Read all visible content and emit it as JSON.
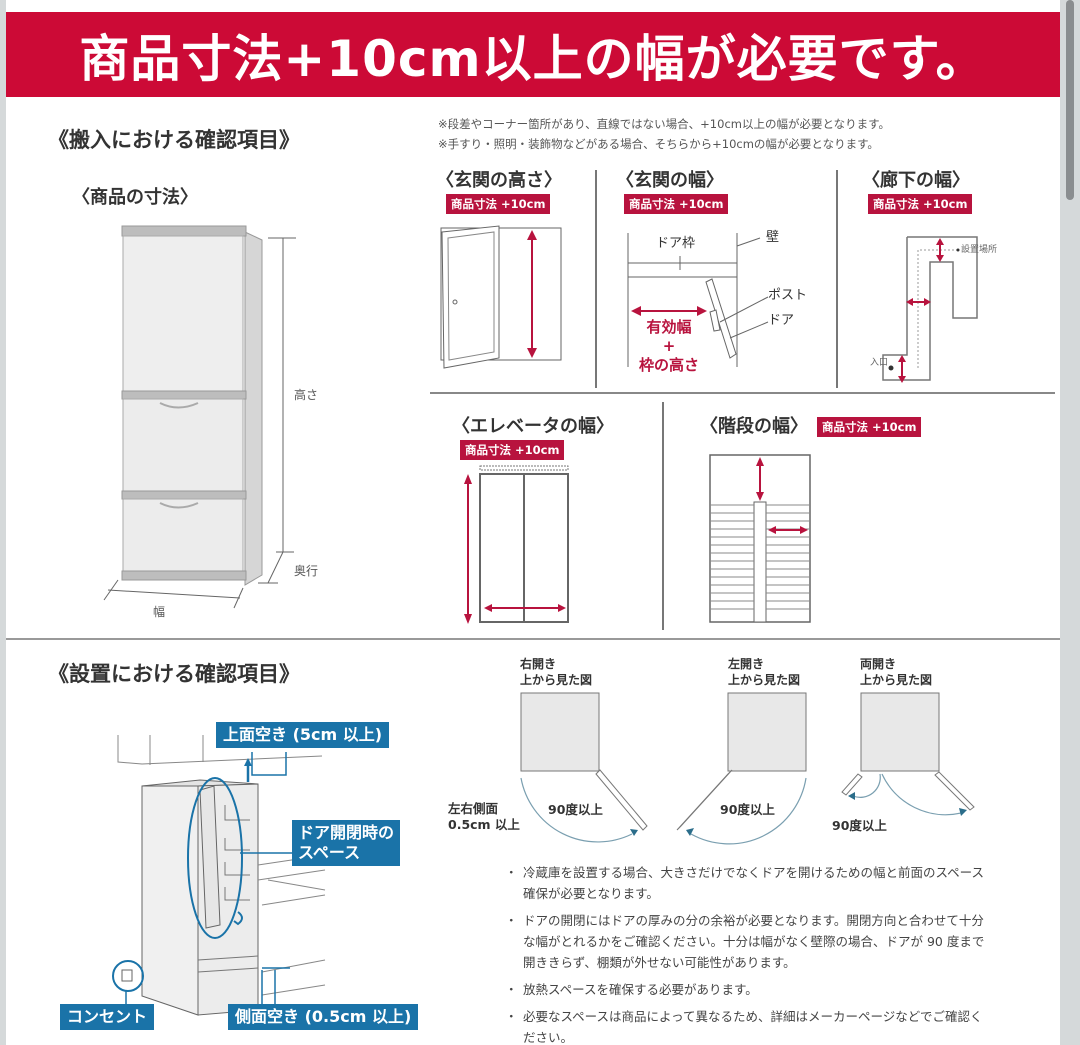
{
  "banner": {
    "title": "商品寸法+10cm以上の幅が必要です。",
    "color": "#cc0a36"
  },
  "delivery_section": {
    "title": "《搬入における確認項目》",
    "notes": [
      "※段差やコーナー箇所があり、直線ではない場合、+10cm以上の幅が必要となります。",
      "※手すり・照明・装飾物などがある場合、そちらから+10cmの幅が必要となります。"
    ],
    "product_dims": {
      "title": "〈商品の寸法〉",
      "height_label": "高さ",
      "depth_label": "奥行",
      "width_label": "幅"
    },
    "checks": [
      {
        "title": "〈玄関の高さ〉",
        "badge": "商品寸法 +10cm"
      },
      {
        "title": "〈玄関の幅〉",
        "badge": "商品寸法 +10cm",
        "labels": {
          "door_frame": "ドア枠",
          "wall": "壁",
          "post": "ポスト",
          "door": "ドア",
          "effective_width": "有効幅",
          "plus": "+",
          "frame_height": "枠の高さ"
        }
      },
      {
        "title": "〈廊下の幅〉",
        "badge": "商品寸法 +10cm",
        "labels": {
          "install_place": "設置場所",
          "entrance": "入口"
        }
      },
      {
        "title": "〈エレベータの幅〉",
        "badge": "商品寸法 +10cm"
      },
      {
        "title": "〈階段の幅〉",
        "badge": "商品寸法 +10cm"
      }
    ],
    "badge_color": "#b8133e"
  },
  "install_section": {
    "title": "《設置における確認項目》",
    "tags": {
      "top_space": "上面空き (5cm 以上)",
      "door_space_line1": "ドア開閉時の",
      "door_space_line2": "スペース",
      "outlet": "コンセント",
      "side_space": "側面空き (0.5cm 以上)"
    },
    "tag_color": "#1a73a8",
    "top_views": [
      {
        "line1": "右開き",
        "line2": "上から見た図",
        "angle": "90度以上"
      },
      {
        "line1": "左開き",
        "line2": "上から見た図",
        "angle": "90度以上"
      },
      {
        "line1": "両開き",
        "line2": "上から見た図",
        "angle": "90度以上"
      }
    ],
    "side_clearance": {
      "line1": "左右側面",
      "line2": "0.5cm 以上"
    },
    "bullets": [
      "冷蔵庫を設置する場合、大きさだけでなくドアを開けるための幅と前面のスペース確保が必要となります。",
      "ドアの開閉にはドアの厚みの分の余裕が必要となります。開閉方向と合わせて十分な幅がとれるかをご確認ください。十分は幅がなく壁際の場合、ドアが 90 度まで開ききらず、棚類が外せない可能性があります。",
      "放熱スペースを確保する必要があります。",
      "必要なスペースは商品によって異なるため、詳細はメーカーページなどでご確認ください。"
    ]
  }
}
